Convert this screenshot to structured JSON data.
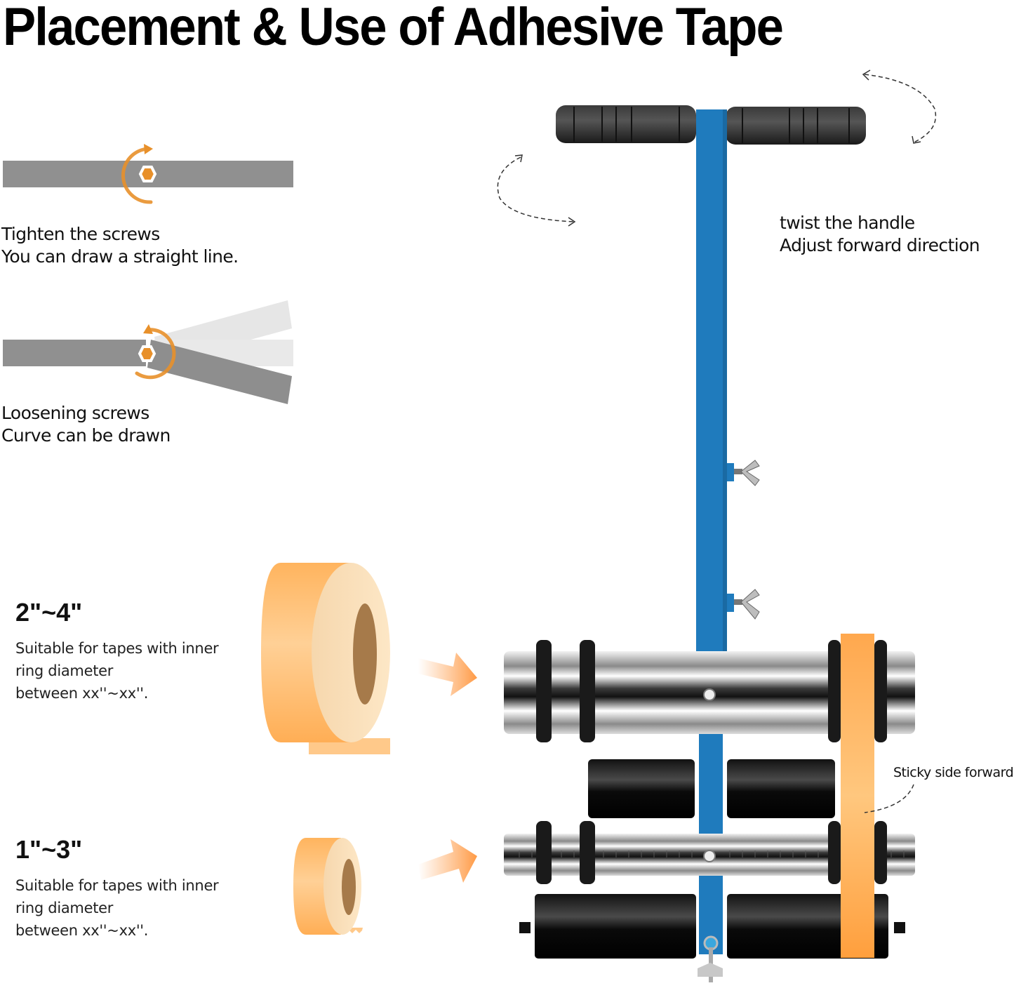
{
  "title": "Placement & Use of Adhesive Tape",
  "screw_modes": [
    {
      "mode": "tightened",
      "lines": [
        "Tighten the screws",
        "You can draw a straight line."
      ],
      "icon": "hex-screw-clockwise-icon"
    },
    {
      "mode": "loosened",
      "lines": [
        "Loosening screws",
        "Curve can be drawn"
      ],
      "icon": "hex-screw-counterclockwise-icon"
    }
  ],
  "handle_note": {
    "lines": [
      "twist the handle",
      "Adjust forward direction"
    ]
  },
  "tape_sizes": [
    {
      "range": "2\"~4\"",
      "description": [
        "Suitable for tapes with inner",
        "ring diameter",
        "between xx''~xx''."
      ]
    },
    {
      "range": "1\"~3\"",
      "description": [
        "Suitable for tapes with inner",
        "ring diameter",
        "between xx''~xx''."
      ]
    }
  ],
  "sticky_note": "Sticky side forward",
  "colors": {
    "frame_blue": "#1f7bbd",
    "tape_orange": "#ffb35c",
    "screw_orange": "#e8902a",
    "bar_gray": "#909090",
    "grip_black": "#2a2a2a"
  }
}
